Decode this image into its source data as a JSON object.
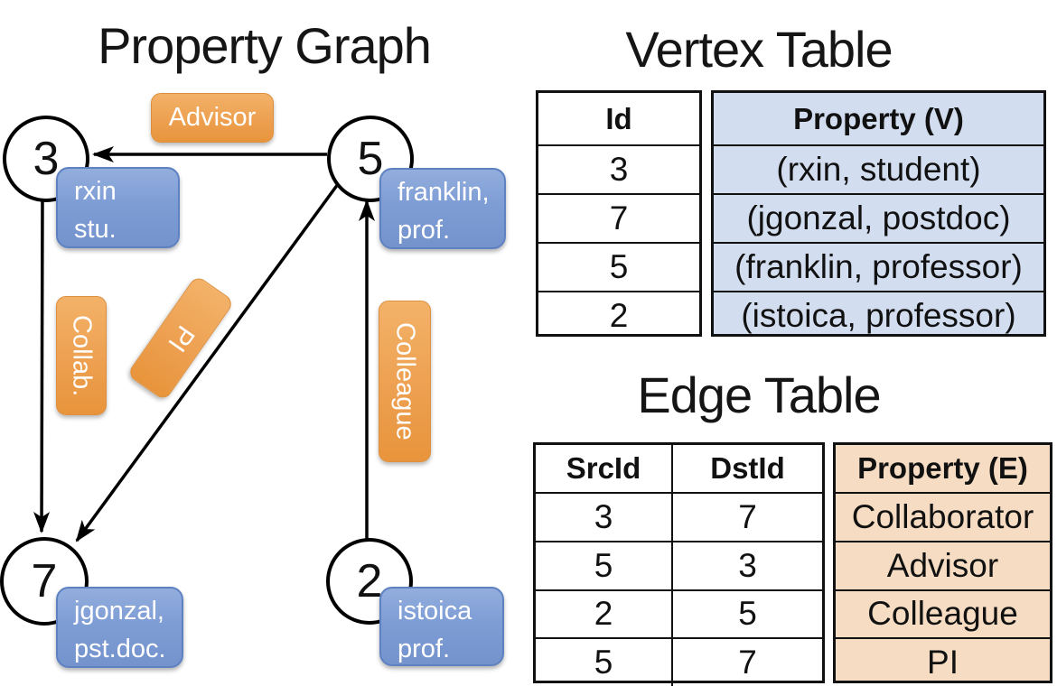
{
  "graph": {
    "title": "Property Graph",
    "node3": {
      "id": "3",
      "prop1": "rxin",
      "prop2": "stu."
    },
    "node5": {
      "id": "5",
      "prop1": "franklin,",
      "prop2": "prof."
    },
    "node7": {
      "id": "7",
      "prop1": "jgonzal,",
      "prop2": "pst.doc."
    },
    "node2": {
      "id": "2",
      "prop1": "istoica",
      "prop2": "prof."
    },
    "edge_advisor": "Advisor",
    "edge_collab": "Collab.",
    "edge_pi": "PI",
    "edge_colleague": "Colleague"
  },
  "vertex_table": {
    "title": "Vertex Table",
    "col_id": "Id",
    "col_property": "Property (V)",
    "rows": [
      {
        "id": "3",
        "property": "(rxin, student)"
      },
      {
        "id": "7",
        "property": "(jgonzal, postdoc)"
      },
      {
        "id": "5",
        "property": "(franklin, professor)"
      },
      {
        "id": "2",
        "property": "(istoica, professor)"
      }
    ]
  },
  "edge_table": {
    "title": "Edge Table",
    "col_src": "SrcId",
    "col_dst": "DstId",
    "col_property": "Property (E)",
    "rows": [
      {
        "src": "3",
        "dst": "7",
        "property": "Collaborator"
      },
      {
        "src": "5",
        "dst": "3",
        "property": "Advisor"
      },
      {
        "src": "2",
        "dst": "5",
        "property": "Colleague"
      },
      {
        "src": "5",
        "dst": "7",
        "property": "PI"
      }
    ]
  },
  "colors": {
    "edge_label_orange": "#eda050",
    "vertex_label_blue": "#7e9dd5",
    "vertex_table_fill": "#d3ddf0",
    "edge_table_fill": "#f5dcc2"
  }
}
